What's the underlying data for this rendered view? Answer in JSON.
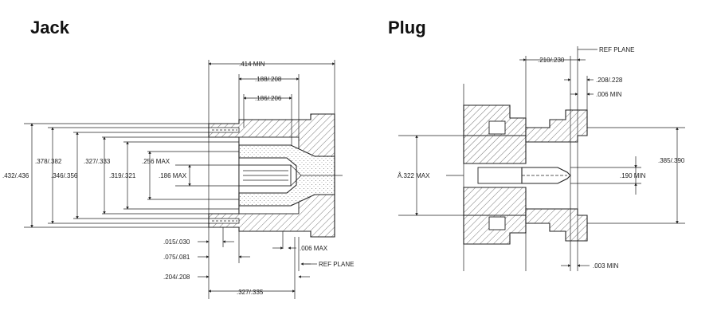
{
  "jack": {
    "title": "Jack",
    "dims": {
      "d414min": ".414 MIN",
      "d188_208": ".188/.208",
      "d186_206": ".186/.206",
      "d432_436": ".432/.436",
      "d378_382": ".378/.382",
      "d346_356": ".346/.356",
      "d327_333": ".327/.333",
      "d319_321": ".319/.321",
      "d256max": ".256 MAX",
      "d186max": ".186 MAX",
      "d015_030": ".015/.030",
      "d075_081": ".075/.081",
      "d204_208": ".204/.208",
      "d006max": ".006 MAX",
      "refplane": "REF PLANE",
      "d327_335": ".327/.335"
    }
  },
  "plug": {
    "title": "Plug",
    "dims": {
      "refplane": "REF PLANE",
      "d210_230": ".210/.230",
      "d208_228": ".208/.228",
      "d006min": ".006 MIN",
      "d385_390": ".385/.390",
      "d322max": "Å.322 MAX",
      "d190min": ".190 MIN",
      "d003min": ".003 MIN"
    }
  },
  "colors": {
    "ink": "#222222",
    "hatch": "#555555",
    "background": "#ffffff"
  }
}
